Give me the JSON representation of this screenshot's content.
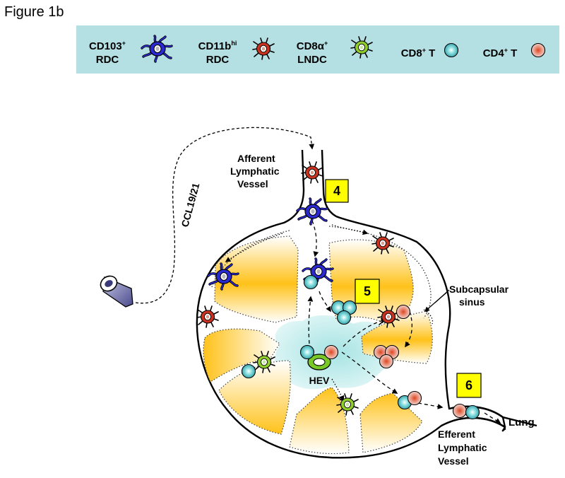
{
  "figure_title": "Figure 1b",
  "legend": {
    "cd103_line1": "CD103",
    "cd103_sup": "+",
    "cd103_line2": "RDC",
    "cd11b_line1": "CD11b",
    "cd11b_sup": "hi",
    "cd11b_line2": "RDC",
    "cd8a_line1": "CD8α",
    "cd8a_sup": "+",
    "cd8a_line2": "LNDC",
    "cd8t_pre": "CD8",
    "cd8t_sup": "+",
    "cd8t_post": " T",
    "cd4t_pre": "CD4",
    "cd4t_sup": "+",
    "cd4t_post": " T"
  },
  "labels": {
    "ccl": "CCL19/21",
    "afferent_1": "Afferent",
    "afferent_2": "Lymphatic",
    "afferent_3": "Vessel",
    "subcapsular_1": "Subcapsular",
    "subcapsular_2": "sinus",
    "hev": "HEV",
    "efferent_1": "Efferent",
    "efferent_2": "Lymphatic",
    "efferent_3": "Vessel",
    "lung": "Lung"
  },
  "steps": [
    "4",
    "5",
    "6"
  ],
  "colors": {
    "legend_bg": "#b4dfe3",
    "cd103_dc": "#2a2ad0",
    "cd11b_dc": "#c8321e",
    "cd8a_dc": "#8fce2a",
    "cd8_t": "#5cc6c6",
    "cd4_t": "#d8553a",
    "follicle": "#ffc21a",
    "hev": "#78c828",
    "step_box": "#ffff00"
  }
}
